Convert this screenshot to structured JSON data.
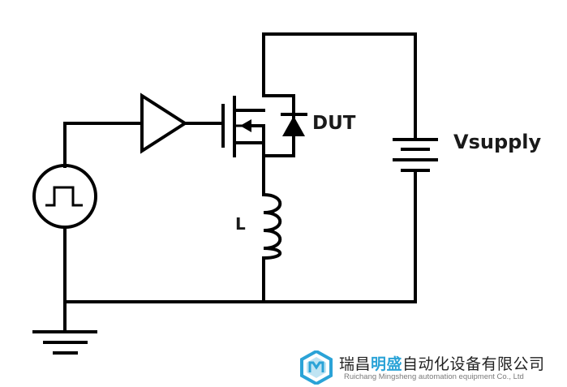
{
  "labels": {
    "dut": "DUT",
    "vsupply": "Vsupply",
    "inductor": "L"
  },
  "watermark": {
    "title_pre": "瑞昌",
    "title_highlight": "明盛",
    "title_post": "自动化设备有限公司",
    "subtitle": "Ruichang Mingsheng automation equipment Co., Ltd"
  },
  "colors": {
    "line": "#000000",
    "watermark_accent": "#2ba3d7"
  }
}
